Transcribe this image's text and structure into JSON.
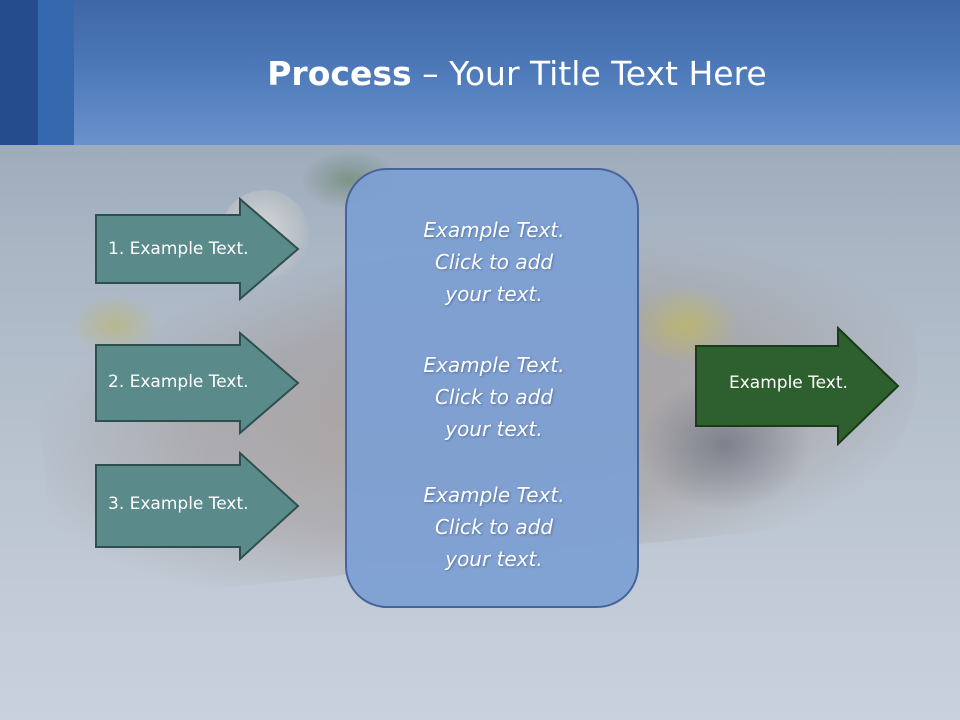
{
  "title": {
    "bold": "Process",
    "rest": " – Your Title Text Here"
  },
  "colors": {
    "header": "#4c78b8",
    "teal_arrow": "#5a8a8a",
    "green_arrow": "#2e5f2e",
    "center_box": "#7ca0d4"
  },
  "left_arrows": [
    {
      "label": "1. Example Text."
    },
    {
      "label": "2. Example Text."
    },
    {
      "label": "3. Example Text."
    }
  ],
  "center_box": {
    "paragraphs": [
      {
        "lines": [
          "Example Text.",
          "Click  to add",
          "your text."
        ]
      },
      {
        "lines": [
          "Example Text.",
          "Click  to add",
          "your text."
        ]
      },
      {
        "lines": [
          "Example Text.",
          "Click  to add",
          "your text."
        ]
      }
    ]
  },
  "right_arrow": {
    "label": "Example Text."
  }
}
